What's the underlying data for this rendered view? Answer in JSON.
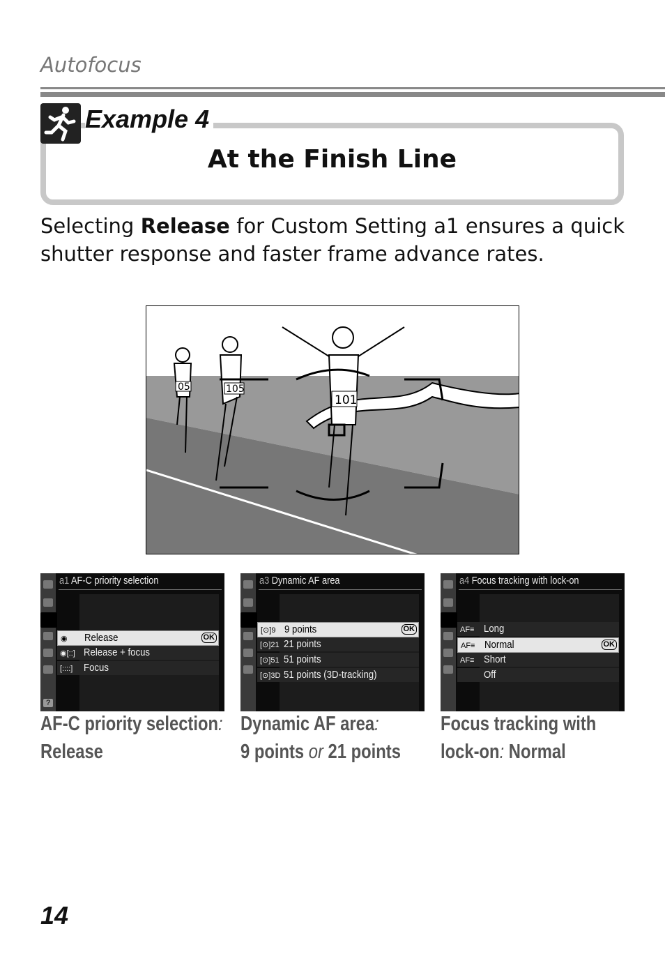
{
  "header": {
    "section": "Autofocus"
  },
  "example": {
    "label": "Example 4",
    "title": "At the Finish Line",
    "icon": "running-person-icon"
  },
  "paragraph": {
    "pre": "Selecting ",
    "bold": "Release",
    "post": " for Custom Setting a1 ensures a quick shutter response and faster frame advance rates."
  },
  "illustration": {
    "bibs": [
      "05",
      "105",
      "101"
    ]
  },
  "screens": [
    {
      "code": "a1",
      "title": "AF-C priority selection",
      "rows": [
        {
          "icon": "◉",
          "label": "Release",
          "selected": true
        },
        {
          "icon": "◉[::]",
          "label": "Release + focus",
          "selected": false
        },
        {
          "icon": "[::::]",
          "label": "Focus",
          "selected": false
        }
      ],
      "ok": "OK",
      "help": "?"
    },
    {
      "code": "a3",
      "title": "Dynamic AF area",
      "rows": [
        {
          "icon": "[⊙]9",
          "label": "9 points",
          "selected": true
        },
        {
          "icon": "[⊙]21",
          "label": "21 points",
          "selected": false
        },
        {
          "icon": "[⊙]51",
          "label": "51 points",
          "selected": false
        },
        {
          "icon": "[⊙]3D",
          "label": "51 points (3D-tracking)",
          "selected": false
        }
      ],
      "ok": "OK"
    },
    {
      "code": "a4",
      "title": "Focus tracking with lock-on",
      "rows": [
        {
          "icon": "AF≡",
          "label": "Long",
          "selected": false
        },
        {
          "icon": "AF≡",
          "label": "Normal",
          "selected": true
        },
        {
          "icon": "AF≡",
          "label": "Short",
          "selected": false
        },
        {
          "icon": "",
          "label": "Off",
          "selected": false
        }
      ],
      "ok": "OK"
    }
  ],
  "captions": [
    {
      "name": "AF-C priority selection",
      "sep": ":",
      "value": "Release"
    },
    {
      "name": "Dynamic AF area",
      "sep": ":",
      "value1": "9 points",
      "or": "or",
      "value2": "21 points"
    },
    {
      "name1": "Focus tracking with",
      "name2": "lock-on",
      "sep": ":",
      "value": "Normal"
    }
  ],
  "page_number": "14"
}
